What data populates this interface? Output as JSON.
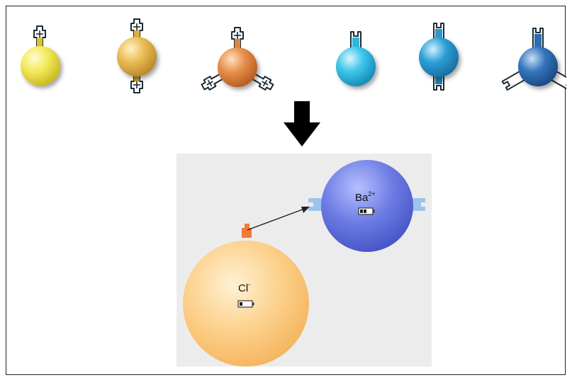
{
  "panel": {
    "chloride_symbol": "Cl",
    "chloride_charge": "-",
    "barium_symbol": "Ba",
    "barium_charge": "2+"
  },
  "colors": {
    "yellow": "#f2e64a",
    "gold": "#e9b84e",
    "orange": "#e38a45",
    "cyan": "#38c2e8",
    "teal": "#2a9fd6",
    "steel": "#2f6fb8",
    "connector_dark": "#1b2a33",
    "arrow": "#000000",
    "chloride": "#fbc97b",
    "barium": "#6676e0",
    "panel_bg": "#ececec"
  }
}
